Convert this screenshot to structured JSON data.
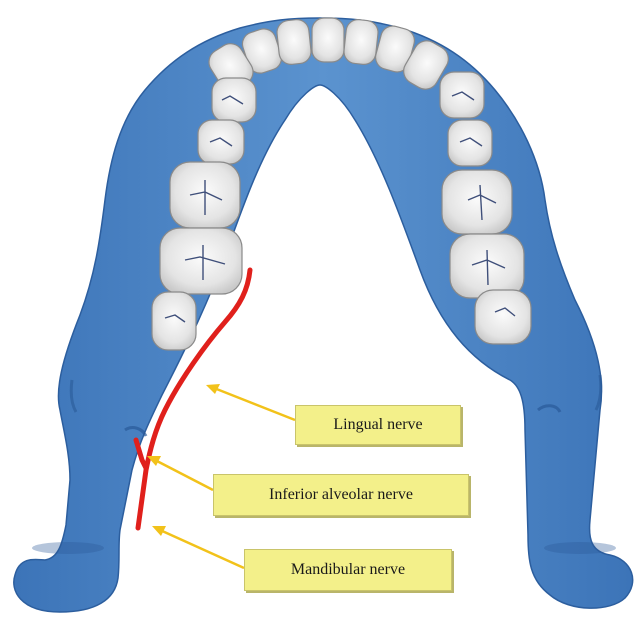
{
  "labels": {
    "lingual_nerve": "Lingual nerve",
    "inferior_alveolar_nerve": "Inferior alveolar nerve",
    "mandibular_nerve": "Mandibular nerve"
  },
  "colors": {
    "bone": "#4f88c6",
    "bone_dark": "#2f62a3",
    "tooth": "#ececec",
    "nerve_red": "#e0201c",
    "arrow": "#f2c21a",
    "label_bg": "#f3f08a"
  }
}
